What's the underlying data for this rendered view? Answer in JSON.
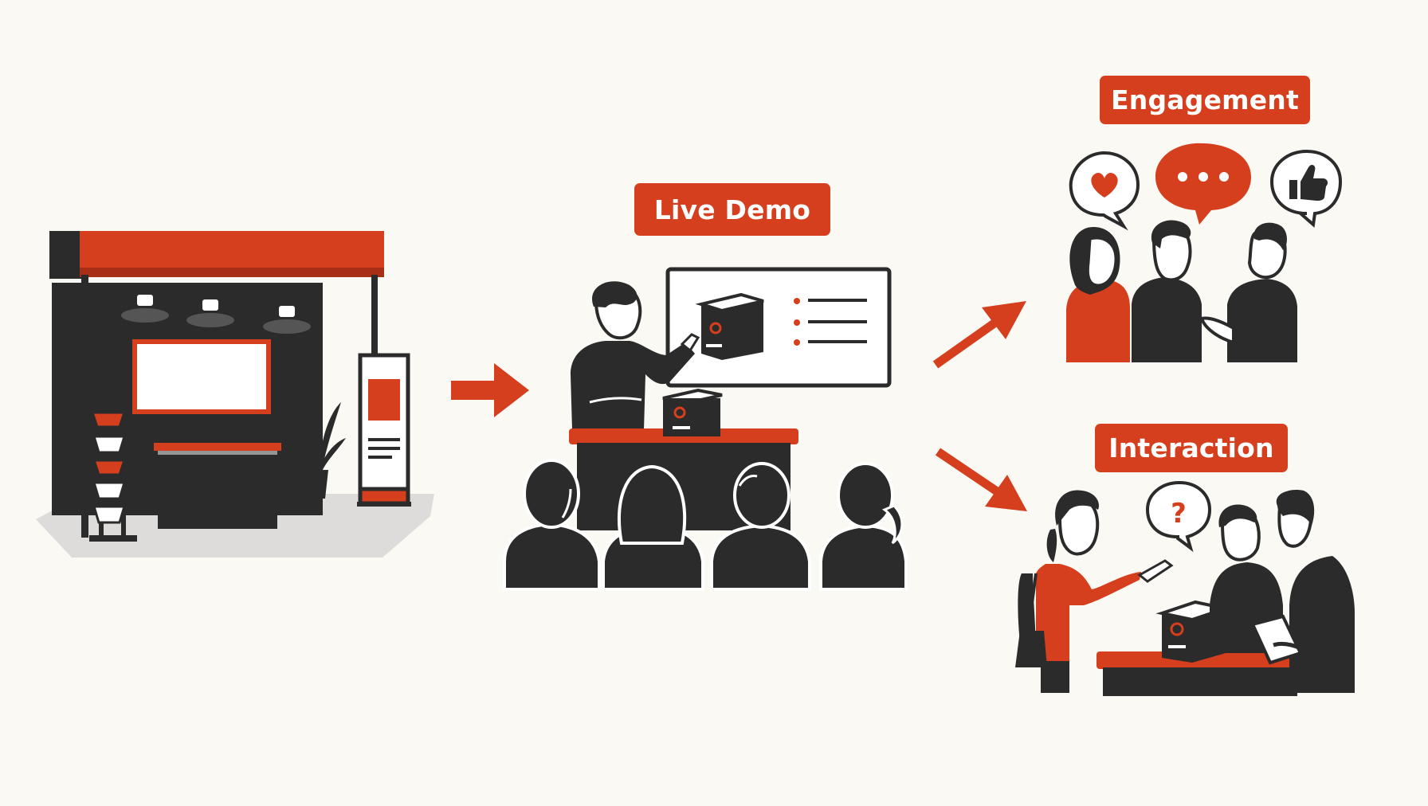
{
  "labels": {
    "live_demo": "Live Demo",
    "engagement": "Engagement",
    "interaction": "Interaction"
  },
  "colors": {
    "accent": "#d63f1e",
    "dark": "#2b2b2b",
    "background": "#fbf9f4",
    "floor": "#dddcda"
  },
  "icons": [
    "booth-icon",
    "arrow-icon",
    "presenter-icon",
    "audience-icon",
    "heart-icon",
    "chat-dots-icon",
    "thumbs-up-icon",
    "question-icon",
    "product-box-icon"
  ]
}
